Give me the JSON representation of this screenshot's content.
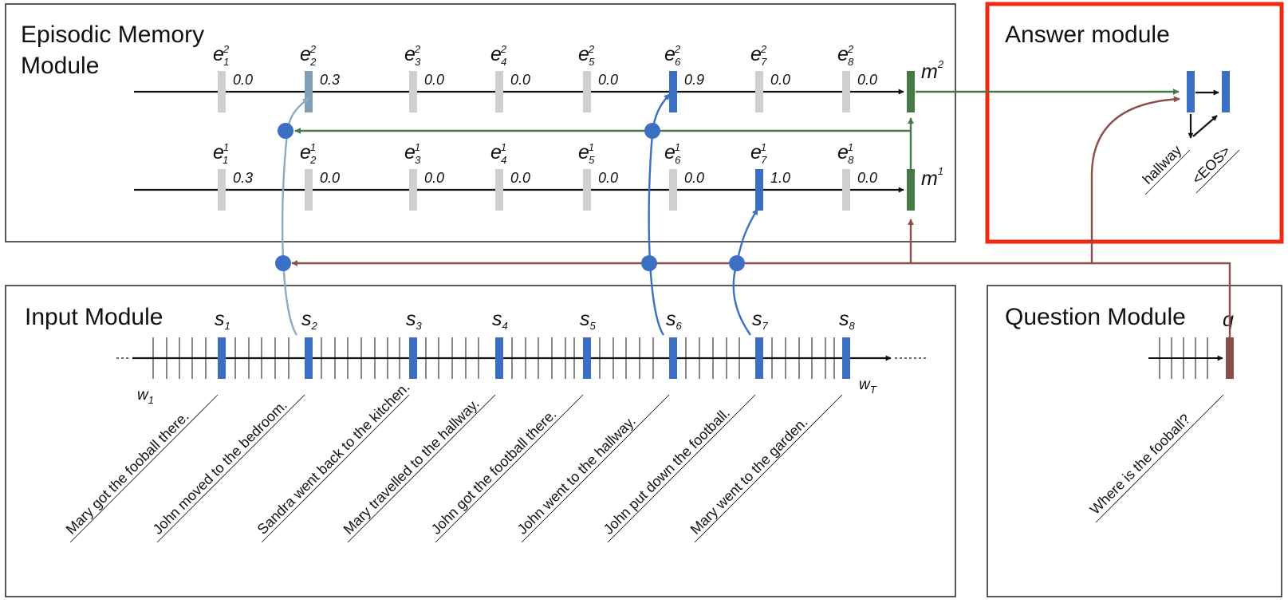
{
  "modules": {
    "episodic_title": [
      "Episodic Memory",
      "Module"
    ],
    "answer_title": "Answer module",
    "input_title": "Input Module",
    "question_title": "Question Module"
  },
  "episode2": {
    "labels": [
      "e",
      "e",
      "e",
      "e",
      "e",
      "e",
      "e",
      "e"
    ],
    "subs": [
      "1",
      "2",
      "3",
      "4",
      "5",
      "6",
      "7",
      "8"
    ],
    "sup": "2",
    "gates": [
      "0.0",
      "0.3",
      "0.0",
      "0.0",
      "0.0",
      "0.9",
      "0.0",
      "0.0"
    ],
    "memory": {
      "label": "m",
      "sup": "2"
    }
  },
  "episode1": {
    "labels": [
      "e",
      "e",
      "e",
      "e",
      "e",
      "e",
      "e",
      "e"
    ],
    "subs": [
      "1",
      "2",
      "3",
      "4",
      "5",
      "6",
      "7",
      "8"
    ],
    "sup": "1",
    "gates": [
      "0.3",
      "0.0",
      "0.0",
      "0.0",
      "0.0",
      "0.0",
      "1.0",
      "0.0"
    ],
    "memory": {
      "label": "m",
      "sup": "1"
    }
  },
  "input": {
    "sentence_labels": [
      "s",
      "s",
      "s",
      "s",
      "s",
      "s",
      "s",
      "s"
    ],
    "sentence_subs": [
      "1",
      "2",
      "3",
      "4",
      "5",
      "6",
      "7",
      "8"
    ],
    "first_word": {
      "label": "w",
      "sub": "1"
    },
    "last_word": {
      "label": "w",
      "sub": "T"
    },
    "sentences": [
      "Mary got the fooball there.",
      "John moved to the bedroom.",
      "Sandra went back to the kitchen.",
      "Mary travelled to the hallway.",
      "John got the football there.",
      "John went to the hallway.",
      "John put down the football.",
      "Mary went to the garden."
    ]
  },
  "question": {
    "label": "q",
    "text": "Where is the fooball?"
  },
  "answer": {
    "tokens": [
      "hallway",
      "<EOS>"
    ]
  },
  "colors": {
    "box_stroke": "#222222",
    "answer_highlight": "#ee2a12",
    "gate_inactive": "#cfcfcf",
    "gate_mid": "#7f9fb8",
    "active_blue": "#3a6fc4",
    "light_blue": "#8aaac6",
    "memory_green": "#447a44",
    "question_brown": "#8a4f48",
    "axis": "#111111"
  },
  "icons": {
    "arrow_head": "arrow-icon",
    "attention_node": "circle-node"
  }
}
